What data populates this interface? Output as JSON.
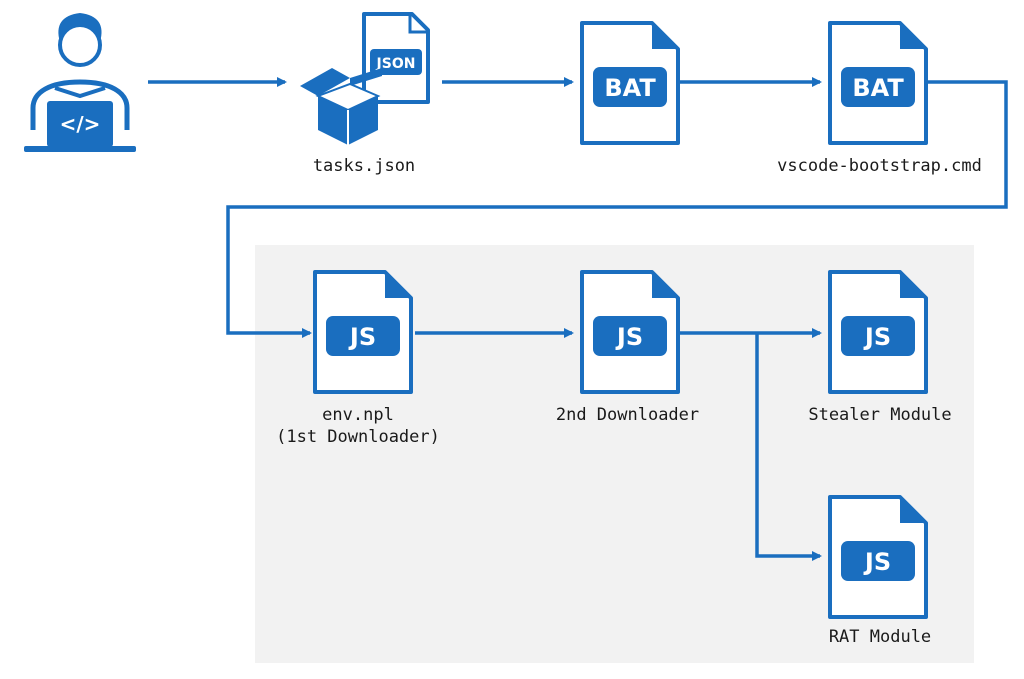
{
  "colors": {
    "accent": "#1a6ebf",
    "panel": "#f2f2f2",
    "text": "#1a1a1a"
  },
  "icons": {
    "developer": "developer-laptop-icon",
    "package": "package-boxes-icon",
    "file": "file-document-icon"
  },
  "nodes": {
    "tasks": {
      "badge": "JSON",
      "label": "tasks.json"
    },
    "bat1": {
      "badge": "BAT"
    },
    "bat2": {
      "badge": "BAT",
      "label": "vscode-bootstrap.cmd"
    },
    "env": {
      "badge": "JS",
      "label_line1": "env.npl",
      "label_line2": "(1st Downloader)"
    },
    "downloader2": {
      "badge": "JS",
      "label": "2nd Downloader"
    },
    "stealer": {
      "badge": "JS",
      "label": "Stealer Module"
    },
    "rat": {
      "badge": "JS",
      "label": "RAT Module"
    }
  },
  "developer_code_glyph": "</>"
}
